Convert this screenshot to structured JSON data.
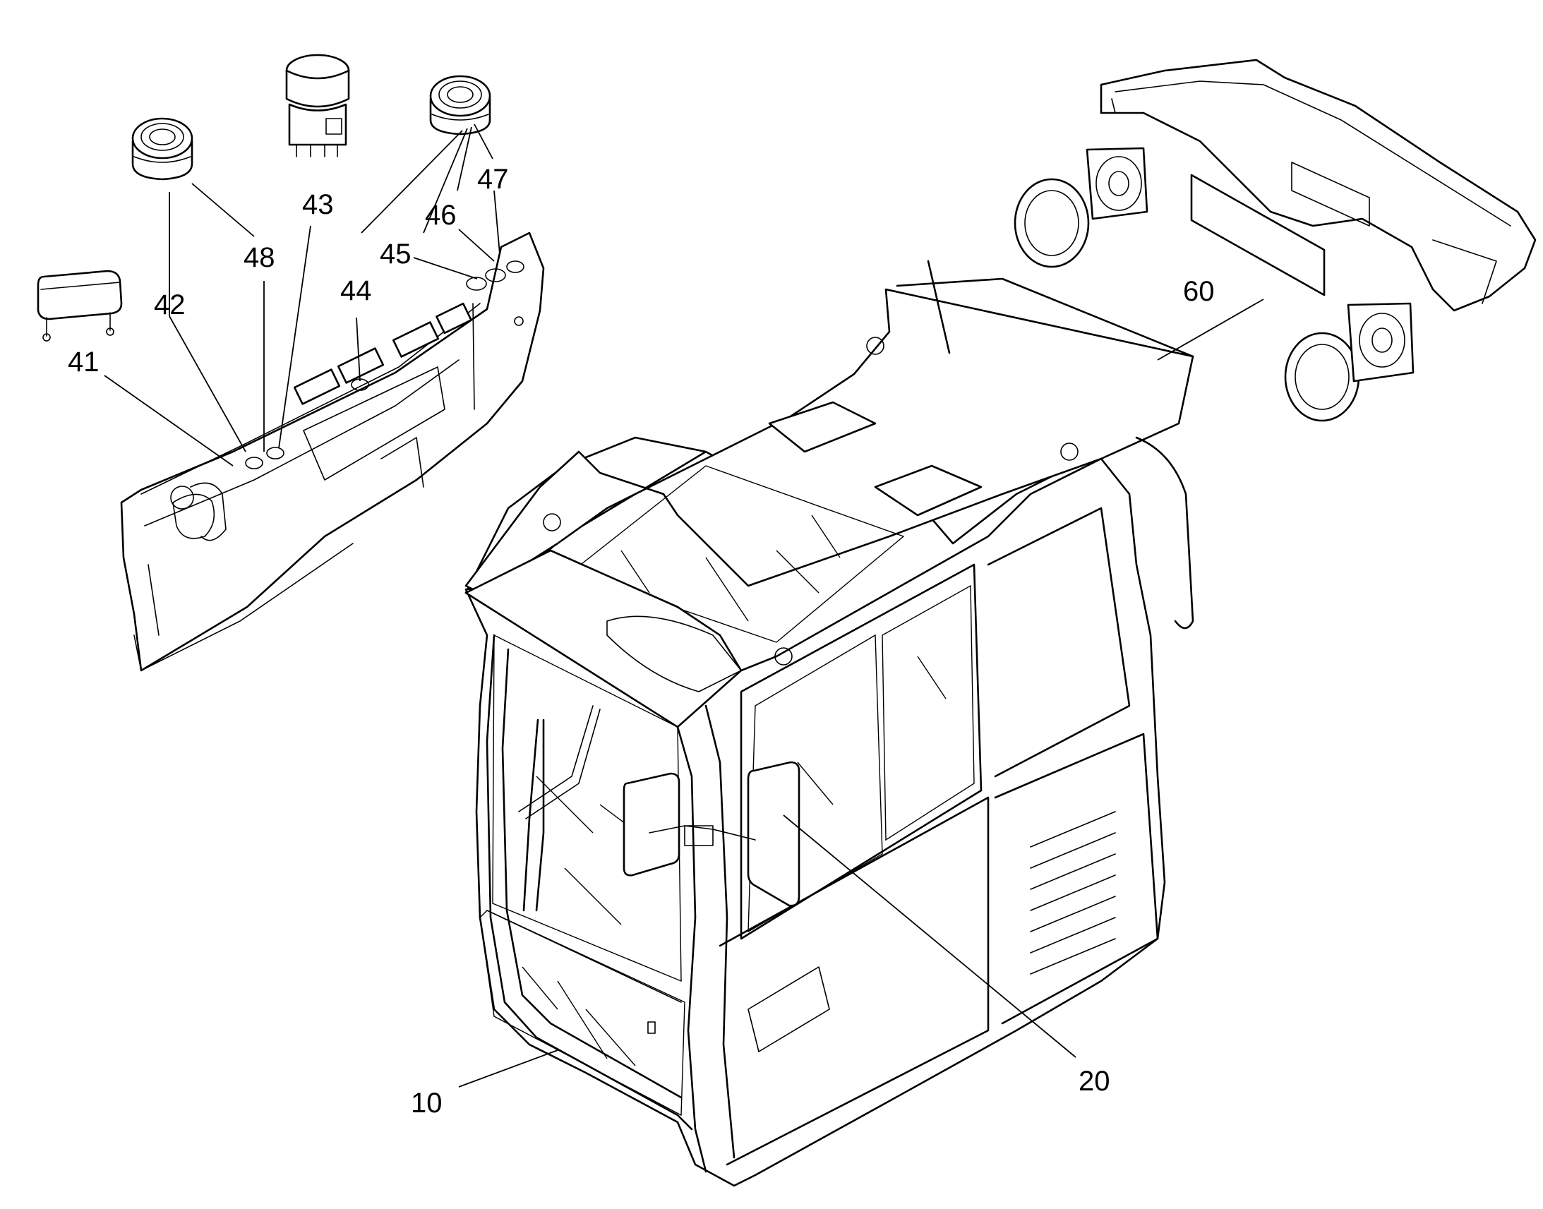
{
  "diagram": {
    "callouts": [
      {
        "id": "10",
        "label": "10"
      },
      {
        "id": "20",
        "label": "20"
      },
      {
        "id": "41",
        "label": "41"
      },
      {
        "id": "42",
        "label": "42"
      },
      {
        "id": "43",
        "label": "43"
      },
      {
        "id": "44",
        "label": "44"
      },
      {
        "id": "45",
        "label": "45"
      },
      {
        "id": "46",
        "label": "46"
      },
      {
        "id": "47",
        "label": "47"
      },
      {
        "id": "48",
        "label": "48"
      },
      {
        "id": "60",
        "label": "60"
      }
    ]
  }
}
